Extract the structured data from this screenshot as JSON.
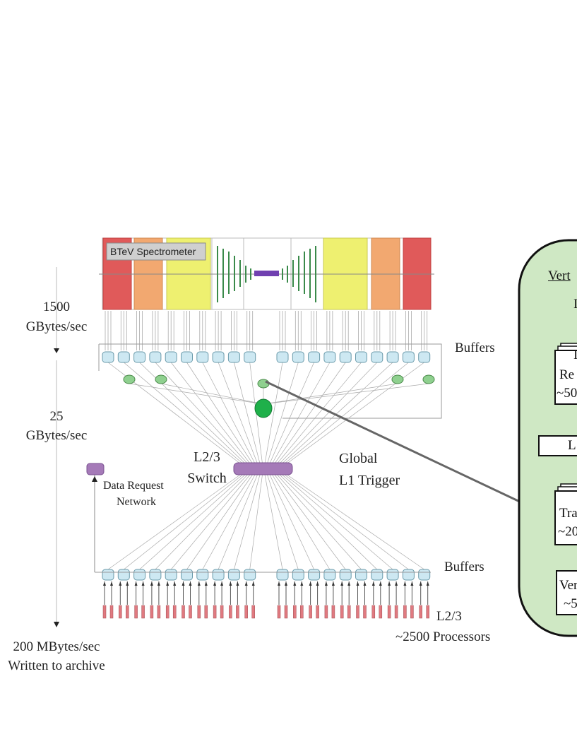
{
  "spectrometer_label": "BTeV Spectrometer",
  "rates": {
    "r1_line1": "1500",
    "r1_line2": "GBytes/sec",
    "r2_line1": "25",
    "r2_line2": "GBytes/sec",
    "r3_line1": "200 MBytes/sec",
    "r3_line2": "Written to archive"
  },
  "labels": {
    "buffers_top": "Buffers",
    "buffers_bottom": "Buffers",
    "switch_line1": "L2/3",
    "switch_line2": "Switch",
    "global_line1": "Global",
    "global_line2": "L1 Trigger",
    "drn_line1": "Data Request",
    "drn_line2": "Network",
    "proc_line1": "L2/3",
    "proc_line2": "~2500 Processors"
  },
  "panel": {
    "title": "Vert",
    "title_line2": "I",
    "stack1_line1": "I",
    "stack1_line2": "Re",
    "stack1_line3": "~50",
    "box_label": "L",
    "stack2_line1": "Tra",
    "stack2_line2": "~20",
    "stack3_line1": "Ver",
    "stack3_line2": "~5"
  },
  "colors": {
    "red": "#e05a5a",
    "orange": "#f2a870",
    "yellow": "#eef070",
    "buffer": "#cde8f2",
    "green_small": "#8fd08f",
    "green_global": "#1fb04a",
    "switch": "#a57ab8",
    "processor": "#e07a80",
    "panel": "#cfe8c4"
  }
}
